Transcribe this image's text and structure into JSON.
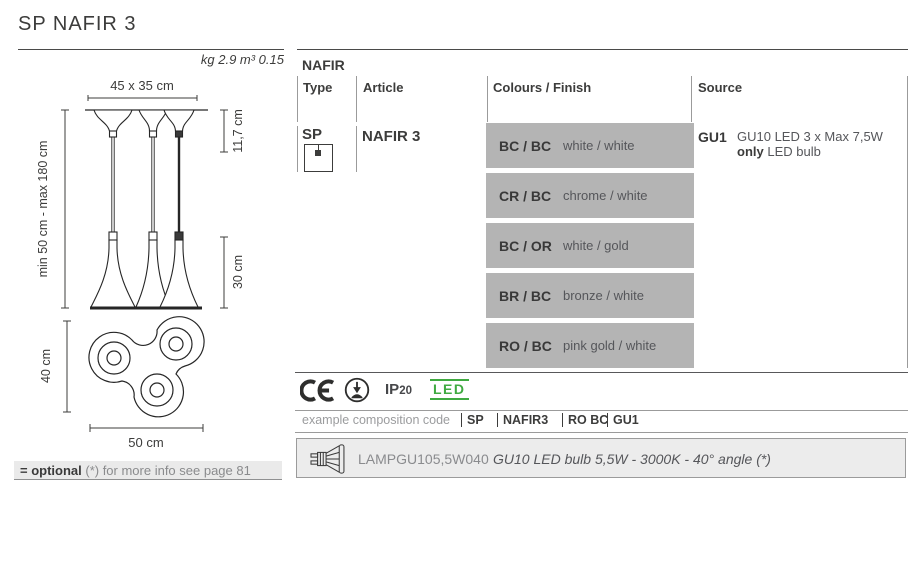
{
  "page": {
    "title": "SP NAFIR 3",
    "weight_volume": "kg 2.9 m³ 0.15",
    "footer_bold": "= optional",
    "footer_rest": " (*) for more info see page 81"
  },
  "drawing": {
    "dim_top": "45 x 35 cm",
    "dim_height_range": "min 50 cm - max 180 cm",
    "dim_canopy_height": "11,7 cm",
    "dim_shade_height": "30 cm",
    "dim_plan_depth": "40 cm",
    "dim_plan_width": "50 cm"
  },
  "table": {
    "family": "NAFIR",
    "headers": {
      "type": "Type",
      "article": "Article",
      "colours": "Colours / Finish",
      "source": "Source"
    },
    "type_code": "SP",
    "article": "NAFIR 3",
    "colours": [
      {
        "code": "BC / BC",
        "desc": "white / white"
      },
      {
        "code": "CR / BC",
        "desc": "chrome / white"
      },
      {
        "code": "BC / OR",
        "desc": "white / gold"
      },
      {
        "code": "BR / BC",
        "desc": "bronze / white"
      },
      {
        "code": "RO / BC",
        "desc": "pink gold / white"
      }
    ],
    "source": {
      "code": "GU1",
      "line1": "GU10 LED 3 x Max 7,5W",
      "line2_bold": "only",
      "line2_rest": " LED bulb"
    }
  },
  "certs": {
    "ip_label": "IP",
    "ip_value": "20",
    "led_label": "LED"
  },
  "icons": {
    "ce": "ce-mark",
    "ground": "protective-ground-class",
    "pendant": "suspension-pictogram",
    "bulb": "gu10-led-bulb"
  },
  "composition": {
    "label": "example composition code",
    "segments": [
      "SP",
      "NAFIR3",
      "RO BC",
      "GU1"
    ]
  },
  "bulb": {
    "code": "LAMPGU105,5W040",
    "desc": "GU10 LED bulb 5,5W - 3000K - 40° angle (*)"
  }
}
